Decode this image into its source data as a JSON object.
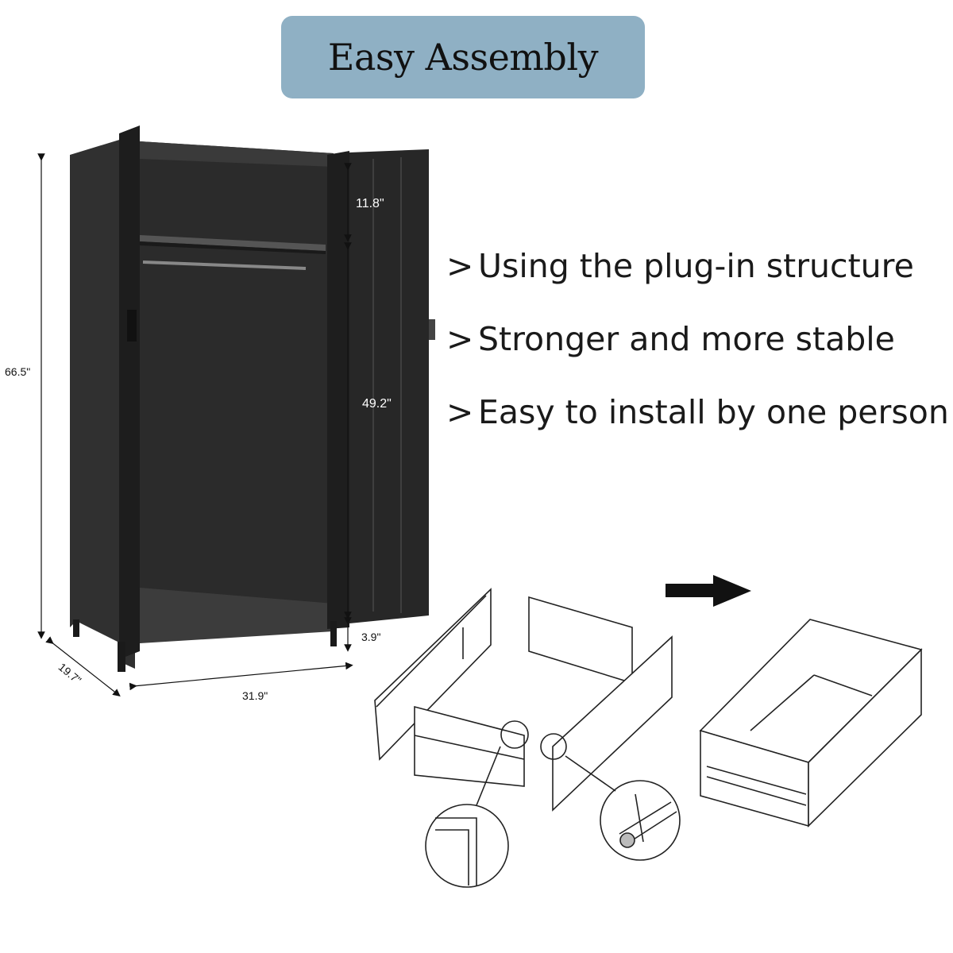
{
  "title": "Easy Assembly",
  "features": [
    "Using the plug-in structure",
    "Stronger and more stable",
    "Easy to install by one person"
  ],
  "feature_marker": ">",
  "dimensions": {
    "height": "66.5\"",
    "depth": "19.7\"",
    "width": "31.9\"",
    "top_shelf": "11.8\"",
    "hanging": "49.2\"",
    "leg": "3.9\""
  },
  "colors": {
    "title_bg": "#8fb0c4",
    "cabinet": "#2a2a2a",
    "line_art": "#222222"
  }
}
